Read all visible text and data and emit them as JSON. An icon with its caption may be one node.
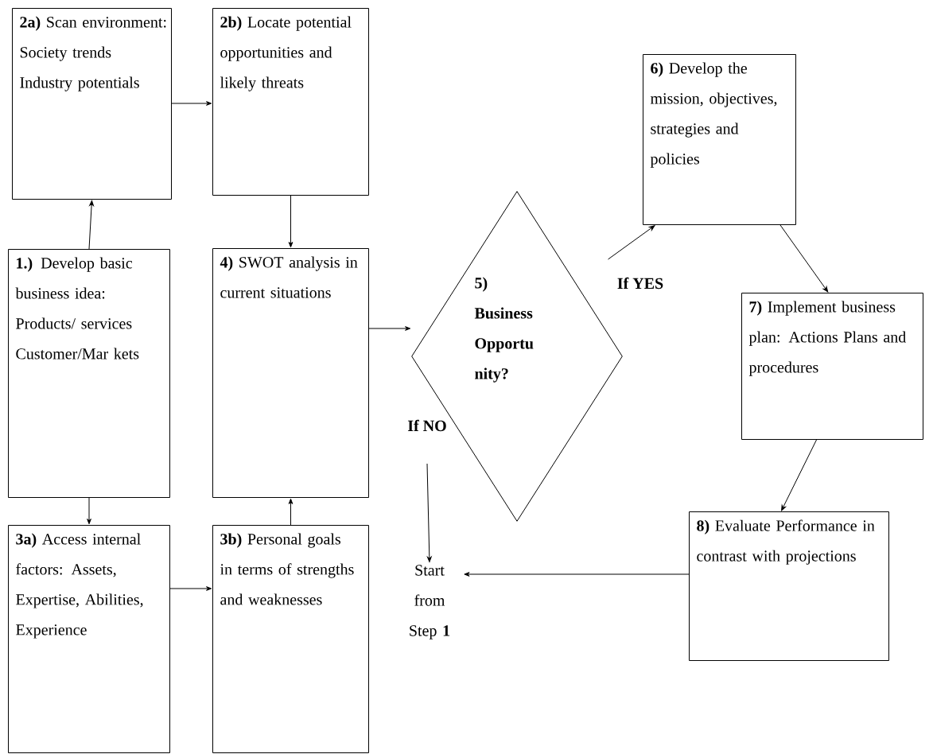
{
  "diagram": {
    "nodes": [
      {
        "text": [
          "**2a)** Scan environment: Society trends Industry potentials"
        ]
      },
      {
        "text": [
          "**2b)** Locate potential opportunities and likely threats"
        ]
      },
      {
        "text": [
          "**1.)** Develop basic business idea: Products/ services Customer/Mar kets"
        ]
      },
      {
        "text": [
          "**4)** SWOT analysis in current situations"
        ]
      },
      {
        "text": [
          "5) Business Opportu nity?"
        ]
      },
      {
        "text": [
          "**6)** Develop the mission, objectives, strategies and policies"
        ]
      },
      {
        "text": [
          "**7)** Implement business plan: Actions Plans and procedures"
        ]
      },
      {
        "text": [
          "**3a)** Access internal factors: Assets, Expertise, Abilities, Experience"
        ]
      },
      {
        "text": [
          "**3b)** Personal goals in terms of strengths and weaknesses"
        ]
      },
      {
        "text": [
          "Start from Step **1**"
        ]
      },
      {
        "text": [
          "**8)** Evaluate Performance in contrast with projections"
        ]
      }
    ],
    "edges": [
      {
        "from": 2,
        "to": 0,
        "arrow": "to"
      },
      {
        "from": 0,
        "to": 1,
        "arrow": "to"
      },
      {
        "from": 1,
        "to": 3,
        "arrow": "to"
      },
      {
        "from": 2,
        "to": 7,
        "arrow": "to"
      },
      {
        "from": 7,
        "to": 8,
        "arrow": "to"
      },
      {
        "from": 8,
        "to": 3,
        "arrow": "to"
      },
      {
        "from": 3,
        "to": 4,
        "arrow": "to"
      },
      {
        "from": 4,
        "to": 5,
        "arrow": "to",
        "label": "If YES"
      },
      {
        "from": 5,
        "to": 6,
        "arrow": "to"
      },
      {
        "from": 6,
        "to": 10,
        "arrow": "to"
      },
      {
        "from": 10,
        "to": 9,
        "arrow": "to"
      },
      {
        "from": null,
        "to": 9,
        "arrow": "to",
        "label": "If NO"
      }
    ]
  }
}
